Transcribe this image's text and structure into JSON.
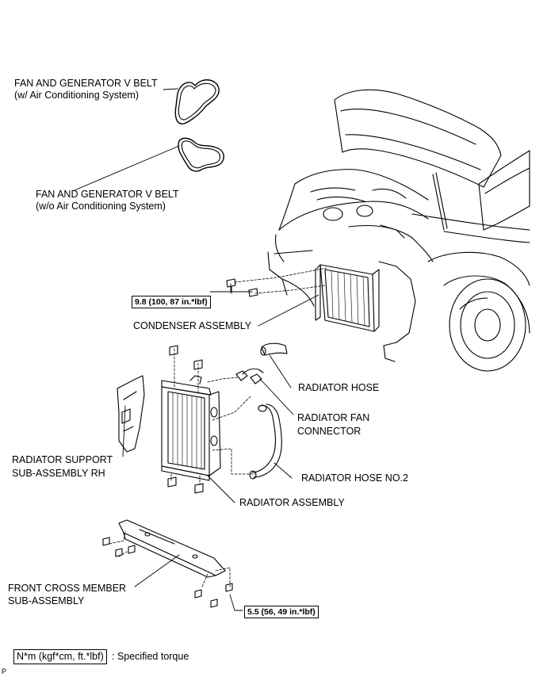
{
  "labels": {
    "belt_ac_line1": "FAN AND GENERATOR V BELT",
    "belt_ac_line2": "(w/ Air Conditioning System)",
    "belt_noac_line1": "FAN AND GENERATOR V BELT",
    "belt_noac_line2": "(w/o Air Conditioning System)",
    "condenser": "CONDENSER ASSEMBLY",
    "radiator_hose": "RADIATOR HOSE",
    "fan_connector_line1": "RADIATOR FAN",
    "fan_connector_line2": "CONNECTOR",
    "support_line1": "RADIATOR SUPPORT",
    "support_line2": "SUB-ASSEMBLY RH",
    "hose_no2": "RADIATOR HOSE NO.2",
    "radiator": "RADIATOR ASSEMBLY",
    "cross_member_line1": "FRONT CROSS MEMBER",
    "cross_member_line2": "SUB-ASSEMBLY"
  },
  "torque": {
    "condenser": "9.8 (100, 87 in.*lbf)",
    "cross_member": "5.5 (56, 49 in.*lbf)"
  },
  "legend": {
    "unit_box": "N*m (kgf*cm, ft.*lbf)",
    "description": ": Specified torque"
  },
  "figure_id": "P"
}
